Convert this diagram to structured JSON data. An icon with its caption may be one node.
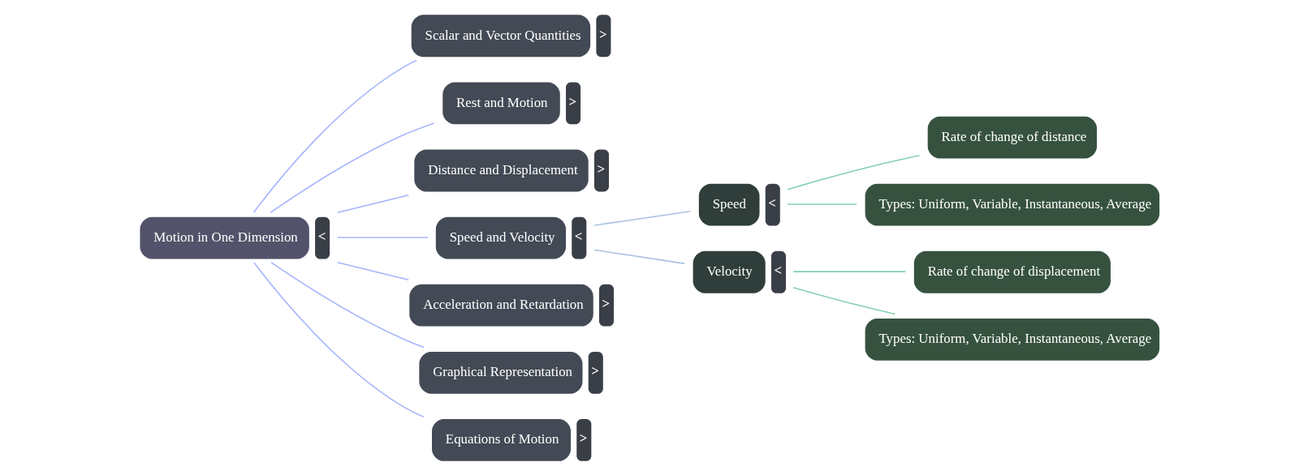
{
  "diagram": {
    "nodes": [
      {
        "text": [
          "Motion in One Dimension"
        ],
        "beside": [
          "<"
        ]
      },
      {
        "text": [
          "Scalar and Vector Quantities"
        ],
        "beside": [
          ">"
        ]
      },
      {
        "text": [
          "Rest and Motion"
        ],
        "beside": [
          ">"
        ]
      },
      {
        "text": [
          "Distance and Displacement"
        ],
        "beside": [
          ">"
        ]
      },
      {
        "text": [
          "Speed and Velocity"
        ],
        "beside": [
          "<"
        ]
      },
      {
        "text": [
          "Acceleration and Retardation"
        ],
        "beside": [
          ">"
        ]
      },
      {
        "text": [
          "Graphical Representation"
        ],
        "beside": [
          ">"
        ]
      },
      {
        "text": [
          "Equations of Motion"
        ],
        "beside": [
          ">"
        ]
      },
      {
        "text": [
          "Speed"
        ],
        "beside": [
          "<"
        ]
      },
      {
        "text": [
          "Velocity"
        ],
        "beside": [
          "<"
        ]
      },
      {
        "text": [
          "Rate of change of distance"
        ]
      },
      {
        "text": [
          "Types: Uniform, Variable, Instantaneous, Average"
        ]
      },
      {
        "text": [
          "Rate of change of displacement"
        ]
      },
      {
        "text": [
          "Types: Uniform, Variable, Instantaneous, Average"
        ]
      }
    ],
    "edges": [
      {
        "from": 0,
        "to": 1,
        "arrow": "none"
      },
      {
        "from": 0,
        "to": 2,
        "arrow": "none"
      },
      {
        "from": 0,
        "to": 3,
        "arrow": "none"
      },
      {
        "from": 0,
        "to": 4,
        "arrow": "none"
      },
      {
        "from": 0,
        "to": 5,
        "arrow": "none"
      },
      {
        "from": 0,
        "to": 6,
        "arrow": "none"
      },
      {
        "from": 0,
        "to": 7,
        "arrow": "none"
      },
      {
        "from": 4,
        "to": 8,
        "arrow": "none",
        "color": "#a9c0e0"
      },
      {
        "from": 4,
        "to": 9,
        "arrow": "none",
        "color": "#a9c0e0"
      },
      {
        "from": 8,
        "to": 10,
        "arrow": "none",
        "color": "#86cfb4"
      },
      {
        "from": 8,
        "to": 11,
        "arrow": "none",
        "color": "#86cfb4"
      },
      {
        "from": 9,
        "to": 12,
        "arrow": "none",
        "color": "#86cfb4"
      },
      {
        "from": 9,
        "to": 13,
        "arrow": "none",
        "color": "#86cfb4"
      }
    ]
  }
}
